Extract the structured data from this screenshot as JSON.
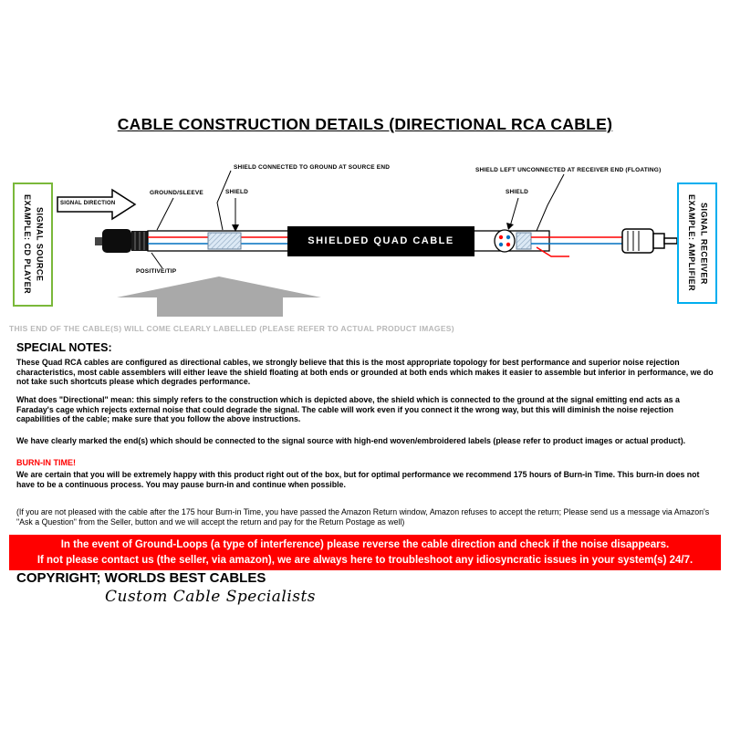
{
  "title": "CABLE CONSTRUCTION DETAILS (DIRECTIONAL RCA CABLE)",
  "diagram": {
    "signal_source": "SIGNAL SOURCE EXAMPLE: CD PLAYER",
    "signal_receiver": "SIGNAL RECEIVER EXAMPLE: AMPLIFIER",
    "signal_direction": "SIGNAL DIRECTION",
    "ground_sleeve": "GROUND/SLEEVE",
    "shield_left": "SHIELD",
    "shield_right": "SHIELD",
    "shield_connected": "SHIELD CONNECTED TO GROUND AT SOURCE END",
    "shield_floating": "SHIELD LEFT UNCONNECTED AT RECEIVER END (FLOATING)",
    "positive_tip": "POSITIVE/TIP",
    "cable_name": "SHIELDED QUAD CABLE"
  },
  "labelled_note": "THIS END OF THE CABLE(S) WILL COME CLEARLY LABELLED (PLEASE REFER TO ACTUAL PRODUCT IMAGES)",
  "special_notes": {
    "heading": "SPECIAL NOTES:",
    "para1": "These Quad RCA cables are configured as directional cables, we strongly believe that this is the most appropriate topology for best performance and superior noise rejection characteristics, most cable assemblers will either leave the shield floating at both ends or grounded at both ends which makes it easier to assemble but inferior in performance, we do not take such shortcuts please which degrades performance.",
    "para2": "What does \"Directional\" mean: this simply refers to the construction which is depicted above, the shield which is connected to the ground at the signal emitting end acts as a Faraday's cage which rejects external noise that could degrade the signal. The cable will work even if you connect it the wrong way, but this will diminish the noise rejection capabilities of the cable; make sure that you follow the above instructions.",
    "para3": "We have clearly marked the end(s) which should be connected to the signal source with high-end woven/embroidered labels (please refer to product images or actual product)."
  },
  "burn_in": {
    "heading": "BURN-IN TIME!",
    "para1": "We are certain that you will be extremely happy with this product right out of the box, but for optimal performance we recommend 175 hours of Burn-in Time. This burn-in does not have to be a continuous process. You may pause burn-in and continue when possible.",
    "para2": "(If you are not pleased with the cable after the 175 hour Burn-in Time, you have passed the Amazon Return window, Amazon refuses to accept the return; Please send us a message via Amazon's \"Ask a Question\" from the Seller, button and we will accept the return and pay for the Return Postage as well)"
  },
  "banner": {
    "line1": "In the event of Ground-Loops (a type of interference) please reverse the cable direction and check if the noise disappears.",
    "line2": "If not please contact us (the seller, via amazon), we are always here to troubleshoot any idiosyncratic issues in your system(s) 24/7."
  },
  "footer": {
    "copyright": "COPYRIGHT; WORLDS BEST CABLES",
    "tagline": "Custom Cable Specialists"
  },
  "colors": {
    "source_border": "#7ab83a",
    "receiver_border": "#00aeef",
    "banner_bg": "#ff0000",
    "accent_red": "#ff0000",
    "wire_red": "#ff0000",
    "wire_blue": "#0070c0",
    "muted_gray": "#b8b8b8"
  }
}
